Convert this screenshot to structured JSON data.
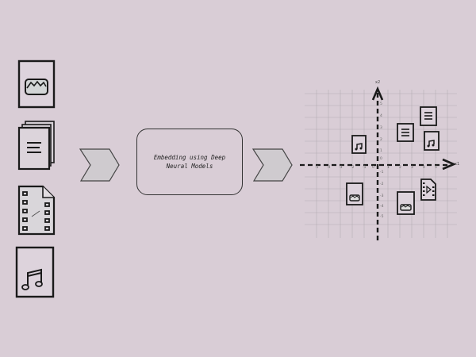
{
  "diagram": {
    "background": "#d9cdd6",
    "stroke_color": "#1a1a1a",
    "inputs": [
      {
        "type": "image",
        "icon": "image-file-icon"
      },
      {
        "type": "text",
        "icon": "text-documents-icon"
      },
      {
        "type": "video",
        "icon": "video-file-icon"
      },
      {
        "type": "audio",
        "icon": "audio-file-icon"
      }
    ],
    "arrows": [
      {
        "icon": "chevron-arrow-icon"
      },
      {
        "icon": "chevron-arrow-icon"
      }
    ],
    "process_box": {
      "label_line1": "Embedding using Deep",
      "label_line2": "Neural Models"
    },
    "embedding_space": {
      "x_axis_label": "x1",
      "y_axis_label": "x2",
      "x_ticks": [
        "-5",
        "-4",
        "-3",
        "-2",
        "-1",
        "0",
        "1",
        "2",
        "3",
        "4",
        "5"
      ],
      "y_ticks_pos": [
        "5",
        "4",
        "3",
        "2",
        "1",
        "0"
      ],
      "y_ticks_neg": [
        "-1",
        "-2",
        "-3",
        "-4",
        "-5"
      ],
      "points": [
        {
          "type": "audio",
          "x": -1.5,
          "y": 1.5
        },
        {
          "type": "text",
          "x": 2.5,
          "y": 2.5
        },
        {
          "type": "text",
          "x": 4.5,
          "y": 3.5
        },
        {
          "type": "audio",
          "x": 4.5,
          "y": 1.5
        },
        {
          "type": "image",
          "x": -2,
          "y": -2.5
        },
        {
          "type": "video",
          "x": 4.3,
          "y": -2
        },
        {
          "type": "image",
          "x": 2.2,
          "y": -3.5
        }
      ]
    }
  }
}
